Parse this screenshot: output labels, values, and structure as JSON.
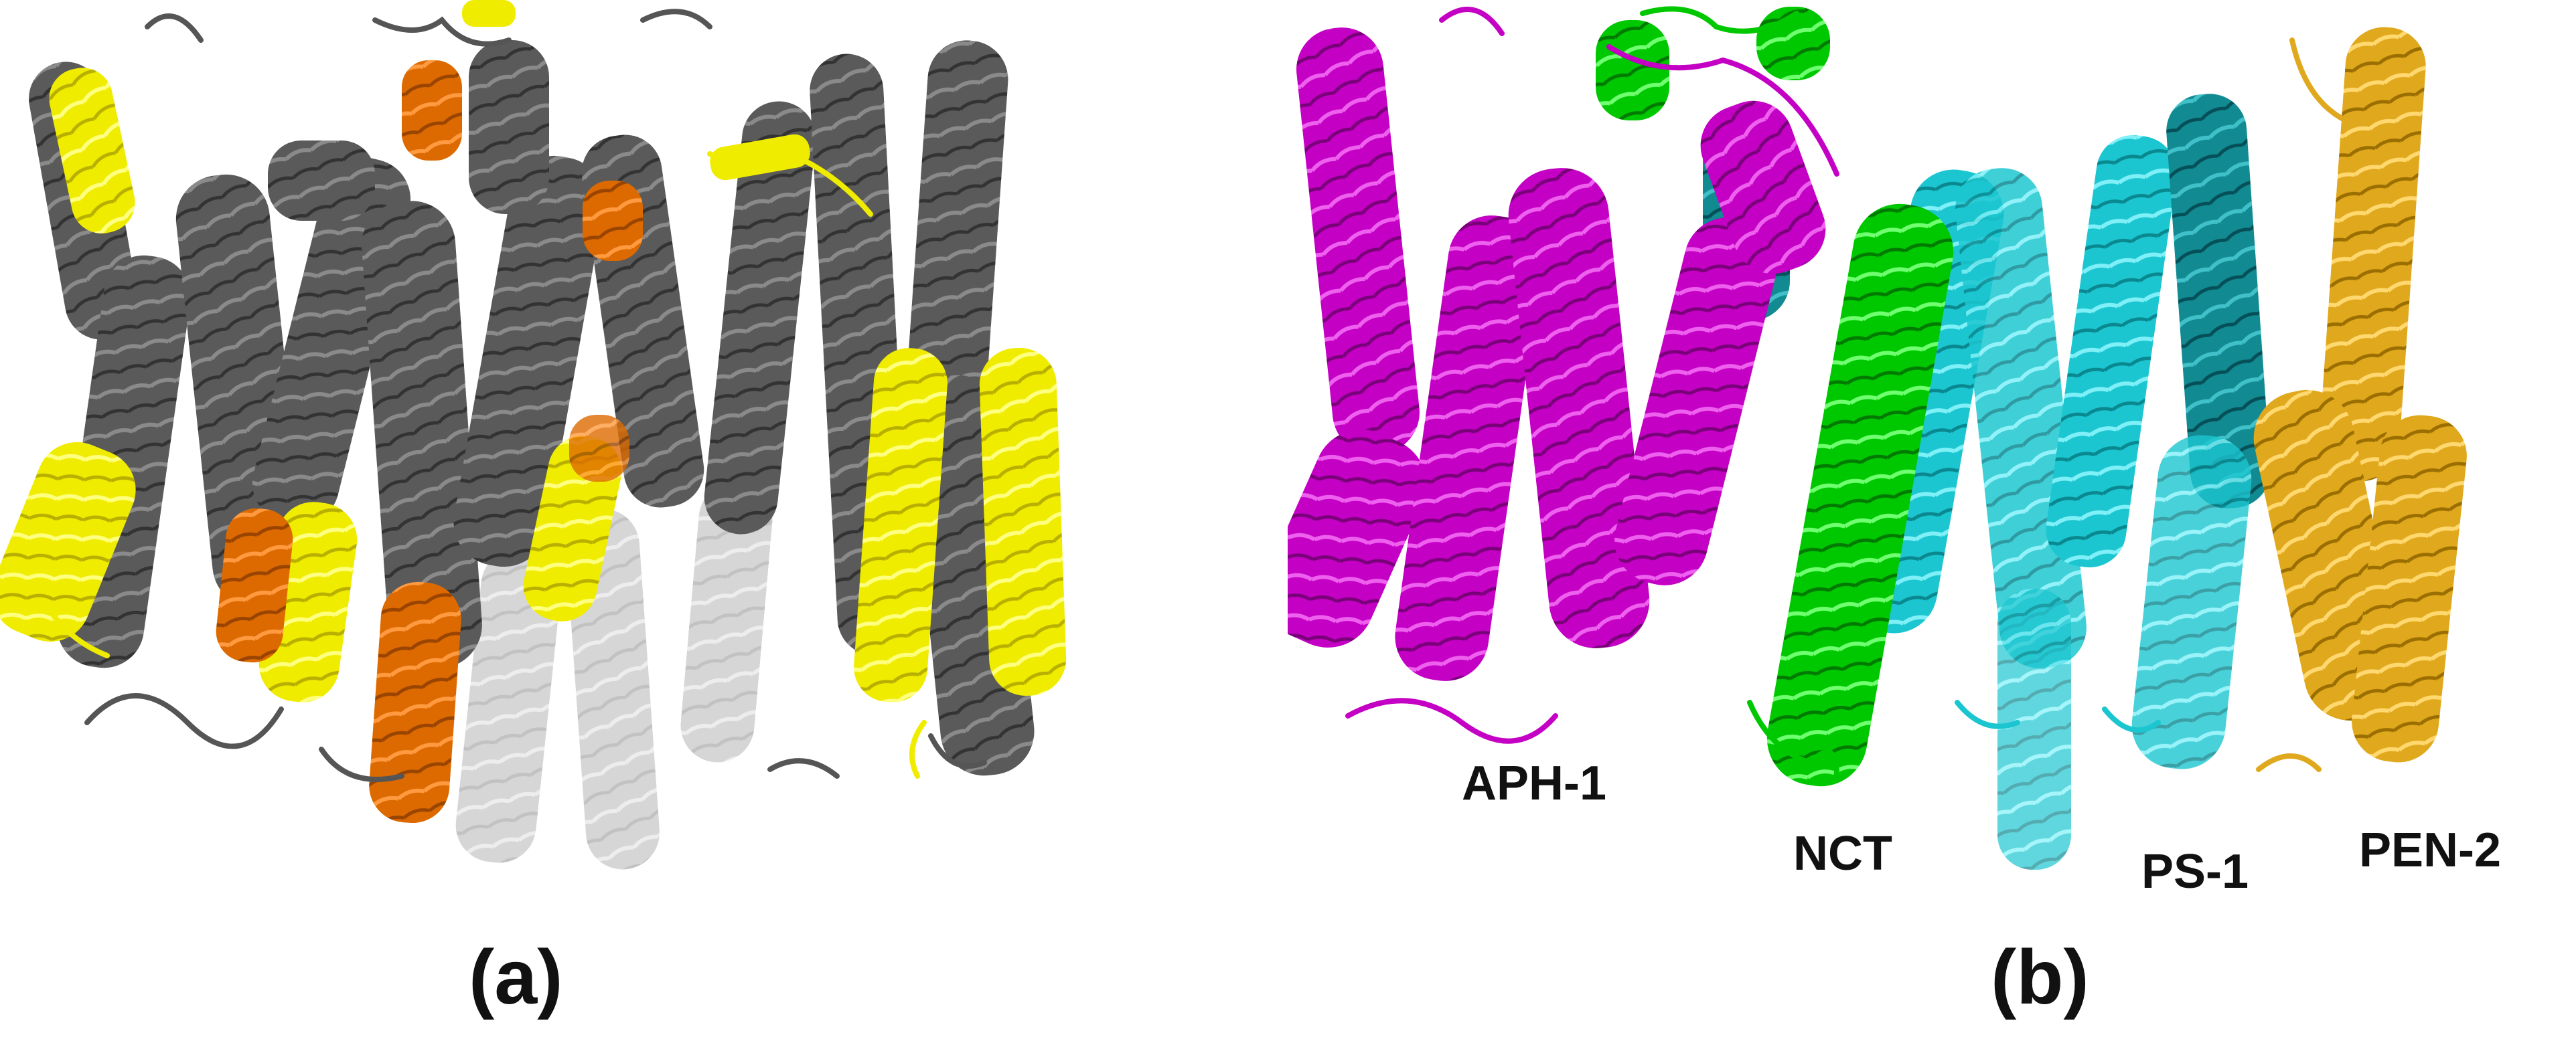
{
  "panels": [
    {
      "label": "(a)"
    },
    {
      "label": "(b)"
    }
  ],
  "subunits": [
    {
      "name": "APH-1",
      "color": "#c800c8"
    },
    {
      "name": "NCT",
      "color": "#00cc00"
    },
    {
      "name": "PS-1",
      "color": "#1fc8d2"
    },
    {
      "name": "PEN-2",
      "color": "#e0a81c"
    }
  ],
  "panel_a_colors": {
    "helix": "#555555",
    "helix_light": "#a8a8a8",
    "highlight_yellow": "#f2ee00",
    "highlight_orange": "#e07000"
  }
}
